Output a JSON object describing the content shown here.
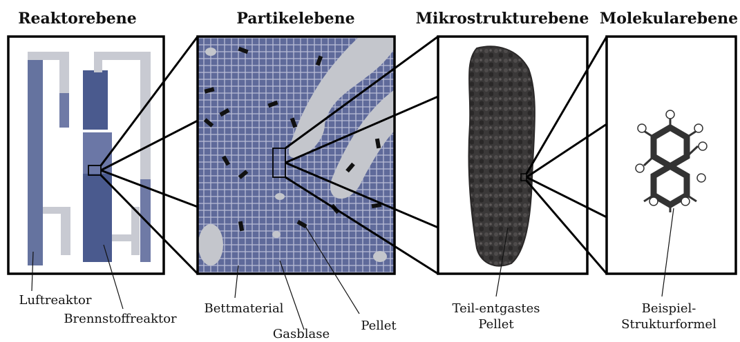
{
  "titles": {
    "reactor": "Reaktorebene",
    "particle": "Partikelebene",
    "micro": "Mikrostrukturebene",
    "molecular": "Molekularebene"
  },
  "labels": {
    "air_reactor": "Luftreaktor",
    "fuel_reactor": "Brennstoffreaktor",
    "bed_material": "Bettmaterial",
    "gas_bubble": "Gasblase",
    "pellet": "Pellet",
    "partial_pellet_1": "Teil-entgastes",
    "partial_pellet_2": "Pellet",
    "structure_1": "Beispiel-",
    "structure_2": "Strukturformel"
  },
  "colors": {
    "reactor_blue": "#4a5a8e",
    "reactor_grey": "#c8cad2",
    "bed_blue": "#5f6a9a",
    "bubble_grey": "#c4c6cc",
    "pellet_black": "#111111",
    "coal_dark": "#3a3838"
  }
}
